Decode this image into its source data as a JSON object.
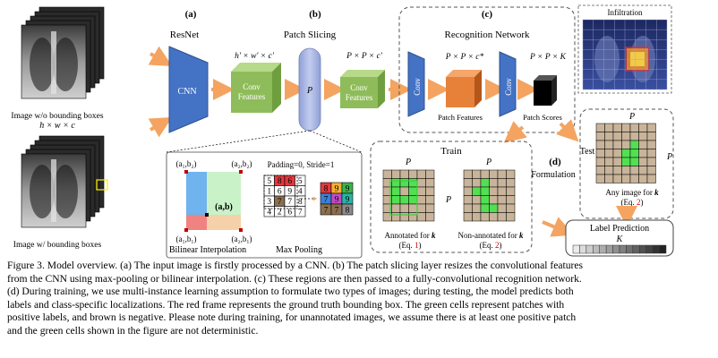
{
  "panels": {
    "a": "(a)",
    "b": "(b)",
    "c": "(c)",
    "d": "(d)"
  },
  "resnet": "ResNet",
  "cnn": "CNN",
  "patch_slicing": "Patch Slicing",
  "recognition_network": "Recognition Network",
  "infiltration": "Infiltration",
  "image_no_bbox": "Image w/o bounding boxes",
  "hwc": "h × w × c",
  "image_bbox": "Image w/ bounding boxes",
  "dims_1": "h' × w' × c'",
  "dims_2": "P × P × c'",
  "dims_3": "P × P × c*",
  "dims_4": "P × P × K",
  "conv_features": [
    "Conv",
    "Features"
  ],
  "p": "P",
  "conv": "Conv",
  "patch_features": "Patch Features",
  "patch_scores": "Patch Scores",
  "train": "Train",
  "test": "Test",
  "formulation": "Formulation",
  "annotated": {
    "text": "Annotated for ",
    "k": "k",
    "eq_pre": "(Eq. ",
    "eq_num": "1",
    "eq_post": ")"
  },
  "non_annotated": {
    "text": "Non-annotated for ",
    "k": "k",
    "eq_pre": "(Eq. ",
    "eq_num": "2",
    "eq_post": ")"
  },
  "any_image": {
    "text": "Any image for ",
    "k": "k",
    "eq_pre": "(Eq. ",
    "eq_num": "2",
    "eq_post": ")"
  },
  "label_prediction": "Label Prediction",
  "k_label": "K",
  "bilinear": {
    "a1b2": "(a₁,b₂)",
    "a2b2": "(a₂,b₂)",
    "a1b1": "(a₁,b₁)",
    "a2b1": "(a₂,b₁)",
    "ab": "(a,b)",
    "title": "Bilinear Interpolation"
  },
  "maxpool": {
    "params": "Padding=0, Stride=1",
    "grid": [
      [
        "5",
        "8",
        "6",
        "5"
      ],
      [
        "1",
        "6",
        "9",
        "4"
      ],
      [
        "3",
        "7",
        "7",
        "8"
      ],
      [
        "4",
        "2",
        "6",
        "7"
      ]
    ],
    "grid_colors": [
      [
        "#ffffff",
        "#e0393e",
        "#e0393e",
        "#ffffff"
      ],
      [
        "#ffffff",
        "#ffffff",
        "#ffffff",
        "#ffffff"
      ],
      [
        "#ffffff",
        "#8b6f4e",
        "#ffffff",
        "#ffffff"
      ],
      [
        "#ffffff",
        "#ffffff",
        "#ffffff",
        "#ffffff"
      ]
    ],
    "out": [
      [
        "8",
        "9",
        "9"
      ],
      [
        "7",
        "9",
        "9"
      ],
      [
        "7",
        "7",
        "8"
      ]
    ],
    "out_colors": [
      [
        "#e0393e",
        "#f4b02e",
        "#3cb44b"
      ],
      [
        "#3e7ed6",
        "#c14cc4",
        "#2bb3a8"
      ],
      [
        "#8b6f4e",
        "#8b6f4e",
        "#8a8a8a"
      ]
    ],
    "title": "Max Pooling"
  },
  "caption": [
    "Figure 3. Model overview. (a) The input image is firstly processed by a CNN. (b) The patch slicing layer resizes the convolutional features",
    "from the CNN using max-pooling or bilinear interpolation. (c) These regions are then passed to a fully-convolutional recognition network.",
    "(d) During training, we use multi-instance learning assumption to formulate two types of images; during testing, the model predicts both",
    "labels and class-specific localizations. The red frame represents the ground truth bounding box. The green cells represent patches with",
    "positive labels, and brown is negative. Please note during training, for unannotated images, we assume there is at least one positive patch",
    "and the green cells shown in the figure are not deterministic."
  ],
  "colors": {
    "cnn_blue": "#4472c4",
    "conv_green": "#8fbc5a",
    "patch_orange": "#e7813a",
    "arrow_orange": "#f4a460",
    "grid_tan": "#c8b49a",
    "positive_green": "#52e052",
    "eq_red": "#d00000"
  }
}
